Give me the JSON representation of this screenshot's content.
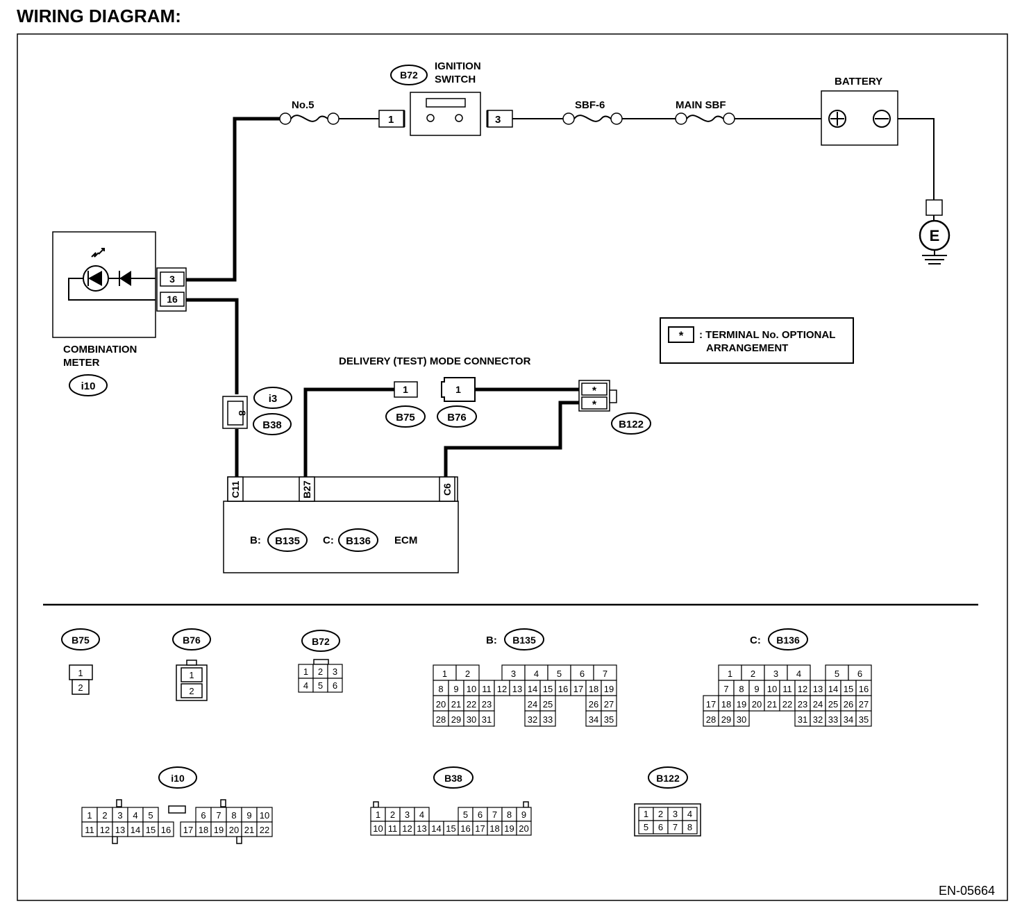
{
  "title": "WIRING DIAGRAM:",
  "doc_id": "EN-05664",
  "components": {
    "ignition_switch": {
      "connector": "B72",
      "label_line1": "IGNITION",
      "label_line2": "SWITCH",
      "pin_in": "1",
      "pin_out": "3"
    },
    "fuse_no5": "No.5",
    "sbf6": "SBF-6",
    "main_sbf": "MAIN SBF",
    "battery": {
      "label": "BATTERY",
      "plus": "+",
      "minus": "−"
    },
    "ground": "E",
    "combination_meter": {
      "label_line1": "COMBINATION",
      "label_line2": "METER",
      "connector": "i10",
      "pin_a": "3",
      "pin_b": "16"
    },
    "junction": {
      "connector_a": "i3",
      "connector_b": "B38",
      "pin": "8"
    },
    "delivery_connector": {
      "label": "DELIVERY (TEST) MODE CONNECTOR",
      "b75": "B75",
      "b76": "B76",
      "pin": "1"
    },
    "b122": {
      "connector": "B122",
      "pin": "*"
    },
    "ecm": {
      "label": "ECM",
      "b_prefix": "B:",
      "b_conn": "B135",
      "c_prefix": "C:",
      "c_conn": "B136",
      "pin_c11": "C11",
      "pin_b27": "B27",
      "pin_c6": "C6"
    },
    "legend": {
      "symbol": "*",
      "line1": ": TERMINAL No. OPTIONAL",
      "line2": "ARRANGEMENT"
    }
  },
  "connector_views": {
    "b75": {
      "name": "B75",
      "pins": [
        "1",
        "2"
      ]
    },
    "b76": {
      "name": "B76",
      "pins": [
        "1",
        "2"
      ]
    },
    "b72": {
      "name": "B72",
      "row1": [
        "1",
        "2",
        "3"
      ],
      "row2": [
        "4",
        "5",
        "6"
      ]
    },
    "b135": {
      "prefix": "B:",
      "name": "B135",
      "row1": [
        "1",
        "2",
        "",
        "3",
        "4",
        "5",
        "6",
        "7"
      ],
      "row2": [
        "8",
        "9",
        "10",
        "11",
        "12",
        "13",
        "14",
        "15",
        "16",
        "17",
        "18",
        "19"
      ],
      "row3": [
        "20",
        "21",
        "22",
        "23",
        "",
        "",
        "24",
        "25",
        "",
        "",
        "26",
        "27"
      ],
      "row4": [
        "28",
        "29",
        "30",
        "31",
        "",
        "",
        "32",
        "33",
        "",
        "",
        "34",
        "35"
      ]
    },
    "b136": {
      "prefix": "C:",
      "name": "B136",
      "row1": [
        "",
        "1",
        "2",
        "3",
        "4",
        "",
        "5",
        "6"
      ],
      "row2": [
        "",
        "7",
        "8",
        "9",
        "10",
        "11",
        "12",
        "13",
        "14",
        "15",
        "16"
      ],
      "row3": [
        "17",
        "18",
        "19",
        "20",
        "21",
        "22",
        "23",
        "24",
        "25",
        "26",
        "27"
      ],
      "row4": [
        "28",
        "29",
        "30",
        "",
        "",
        "",
        "31",
        "32",
        "33",
        "34",
        "35"
      ]
    },
    "i10": {
      "name": "i10",
      "row1": [
        "1",
        "2",
        "3",
        "4",
        "5",
        "",
        "",
        "6",
        "7",
        "8",
        "9",
        "10"
      ],
      "row2": [
        "11",
        "12",
        "13",
        "14",
        "15",
        "16",
        "",
        "17",
        "18",
        "19",
        "20",
        "21",
        "22"
      ]
    },
    "b38": {
      "name": "B38",
      "row1": [
        "1",
        "2",
        "3",
        "4",
        "",
        "5",
        "6",
        "7",
        "8",
        "9"
      ],
      "row2": [
        "10",
        "11",
        "12",
        "13",
        "14",
        "15",
        "16",
        "17",
        "18",
        "19",
        "20"
      ]
    },
    "b122v": {
      "name": "B122",
      "row1": [
        "1",
        "2",
        "3",
        "4"
      ],
      "row2": [
        "5",
        "6",
        "7",
        "8"
      ]
    }
  }
}
